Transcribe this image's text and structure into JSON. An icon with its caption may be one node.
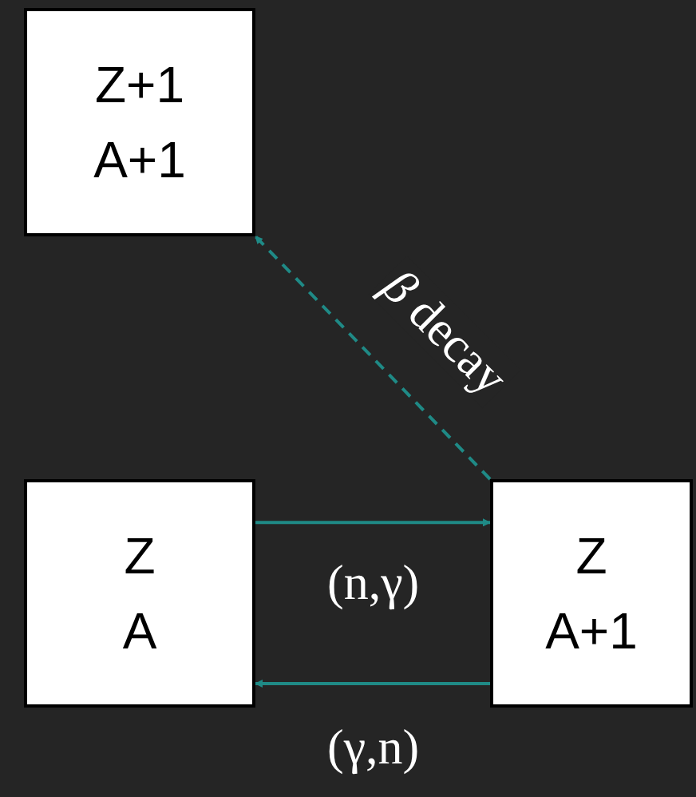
{
  "diagram": {
    "nodes": [
      {
        "text": [
          "Z+1",
          "A+1"
        ]
      },
      {
        "text": [
          "Z",
          "A"
        ]
      },
      {
        "text": [
          "Z",
          "A+1"
        ]
      }
    ],
    "edges": [
      {
        "from": 1,
        "to": 2,
        "arrow": "to",
        "label": "(n,γ)"
      },
      {
        "from": 2,
        "to": 1,
        "arrow": "to",
        "label": "(γ,n)"
      },
      {
        "from": 2,
        "to": 0,
        "arrow": "to",
        "label": "*β* decay",
        "style": "dashed"
      }
    ]
  }
}
